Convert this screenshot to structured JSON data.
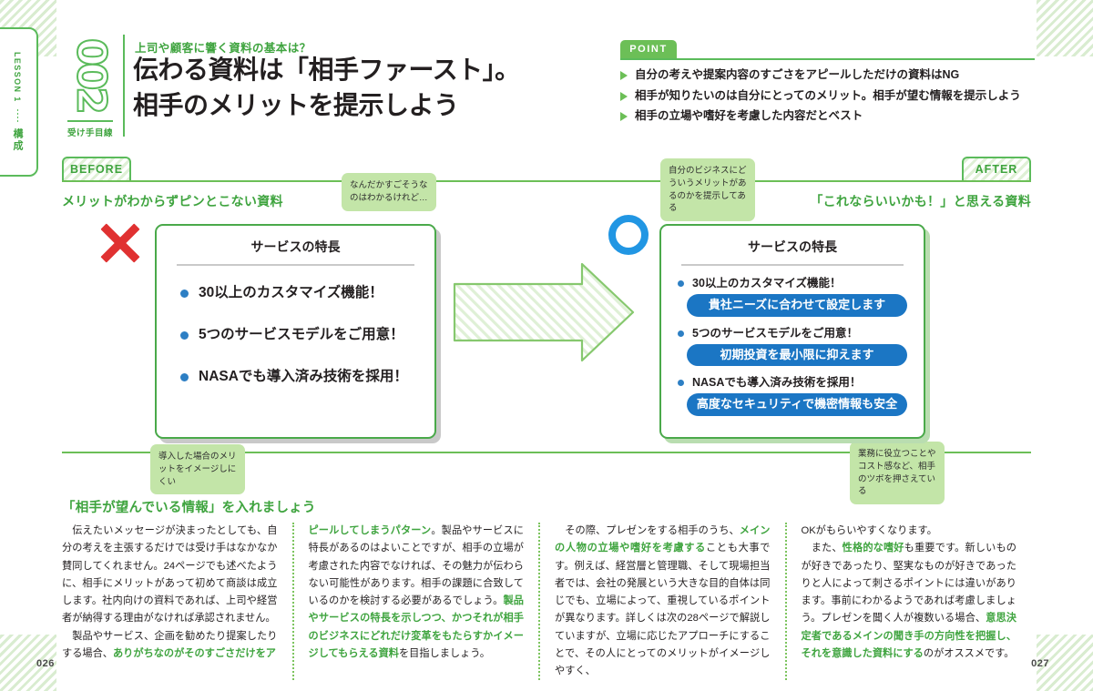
{
  "sidebar": {
    "lesson_label": "LESSON 1",
    "section_label": "構成"
  },
  "header": {
    "number": "002",
    "number_caption": "受け手目線",
    "kicker": "上司や顧客に響く資料の基本は？",
    "title": "伝わる資料は「相手ファースト」。\n相手のメリットを提示しよう"
  },
  "point": {
    "tab_label": "POINT",
    "items": [
      "自分の考えや提案内容のすごさをアピールしただけの資料はNG",
      "相手が知りたいのは自分にとってのメリット。相手が望む情報を提示しよう",
      "相手の立場や嗜好を考慮した内容だとベスト"
    ]
  },
  "compare": {
    "before_tab": "BEFORE",
    "after_tab": "AFTER",
    "before_subtitle": "メリットがわからずピンとこない資料",
    "after_subtitle": "「これならいいかも！」と思える資料",
    "x_mark": "×",
    "o_mark": "○",
    "before_card": {
      "title": "サービスの特長",
      "bullets": [
        "30以上のカスタマイズ機能！",
        "5つのサービスモデルをご用意！",
        "NASAでも導入済み技術を採用！"
      ]
    },
    "after_card": {
      "title": "サービスの特長",
      "bullets": [
        {
          "text": "30以上のカスタマイズ機能！",
          "pill": "貴社ニーズに合わせて設定します"
        },
        {
          "text": "5つのサービスモデルをご用意！",
          "pill": "初期投資を最小限に抑えます"
        },
        {
          "text": "NASAでも導入済み技術を採用！",
          "pill": "高度なセキュリティで機密情報も安全"
        }
      ]
    },
    "callouts": [
      "なんだかすごそうなのはわかるけれど…",
      "自分のビジネスにどういうメリットがあるのかを提示してある",
      "導入した場合のメリットをイメージしにくい",
      "業務に役立つことやコスト感など、相手のツボを押さえている"
    ]
  },
  "article": {
    "heading": "「相手が望んでいる情報」を入れましょう",
    "col1_p1_a": "伝えたいメッセージが決まったとしても、自分の考えを主張するだけでは受け手はなかなか賛同してくれません。24ページでも述べたように、相手にメリットがあって初めて商談は成立します。社内向けの資料であれば、上司や経営者が納得する理由がなければ承認されません。",
    "col1_p2_a": "製品やサービス、企画を勧めたり提案したりする場合、",
    "col1_p2_g": "ありがちなのがそのすごさだけをア",
    "col2_g1": "ピールしてしまうパターン",
    "col2_a1": "。製品やサービスに特長があるのはよいことですが、相手の立場が考慮された内容でなければ、その魅力が伝わらない可能性があります。相手の課題に合致しているのかを検討する必要があるでしょう。",
    "col2_g2": "製品やサービスの特長を示しつつ、かつそれが相手のビジネスにどれだけ変革をもたらすかイメージしてもらえる資料",
    "col2_a2": "を目指しましょう。",
    "col3_a1": "その際、プレゼンをする相手のうち、",
    "col3_g1": "メインの人物の立場や嗜好を考慮する",
    "col3_a2": "ことも大事です。例えば、経営層と管理職、そして現場担当者では、会社の発展という大きな目的自体は同じでも、立場によって、重視しているポイントが異なります。詳しくは次の28ページで解説していますが、立場に応じたアプローチにすることで、その人にとってのメリットがイメージしやすく、",
    "col4_a1": "OKがもらいやすくなります。",
    "col4_a2": "また、",
    "col4_g1": "性格的な嗜好",
    "col4_a3": "も重要です。新しいものが好きであったり、堅実なものが好きであったりと人によって刺さるポイントには違いがあります。事前にわかるようであれば考慮しましょう。プレゼンを聞く人が複数いる場合、",
    "col4_g2": "意思決定者であるメインの聞き手の方向性を把握し、それを意識した資料にする",
    "col4_a4": "のがオススメです。"
  },
  "footer": {
    "page_left": "026",
    "page_right": "027"
  },
  "colors": {
    "green": "#5bbb5b",
    "green_dark": "#3fa43f",
    "blue": "#1b76c4",
    "blue_dot": "#2d7fc4",
    "red": "#e03131",
    "bubble": "#c3e5a8"
  }
}
